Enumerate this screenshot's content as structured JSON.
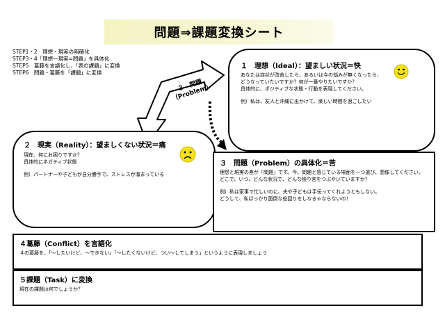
{
  "title": "問題⇒課題変換シート",
  "steps": [
    "STEP1・2　理想・現実の明確化",
    "STEP3・4「理想―現実=問題」を具体化",
    "STEP5　葛藤を言語化し、「表の課題」に変換",
    "STEP6　問題・葛藤を「課題」に変換"
  ],
  "ideal": {
    "heading": "１　理想（Ideal）：望ましい状況＝快",
    "lines": [
      "あなたは症状が改善したら、あるいは今の悩みが無くなったら、",
      "どうなっていたいですか？何が一番やりたいですか？",
      "具体的に、ポジティブな状態・行動を表現してください。"
    ],
    "example": "例）私は、友人と沖縄に出かけて、楽しい時間を過ごしたい"
  },
  "reality": {
    "heading": "２　現実（Reality）：望ましくない状況＝痛",
    "lines": [
      "現在、何にお困りですか？",
      "具体的にネガティブ状態"
    ],
    "example": "例）パートナーや子どもが自分勝手で、ストレスが溜まっている"
  },
  "problem_arrow": {
    "num": "３　問題",
    "label": "（Problem）"
  },
  "problem": {
    "heading": "３　問題（Problem）の具体化＝苦",
    "lines": [
      "理想と現実の差が「問題」です。今、問題と感じている場面を一つ選び、想像してください。",
      "どこで、いつ、どんな状況で、どんな独り言をつぶやいていますか？"
    ],
    "example_lines": [
      "例）私は家事で忙しいのに、夫や子どもは手伝ってくれようともしない。",
      "どうして、私ばっかり面倒な役回りをしなきゃならないの！"
    ]
  },
  "conflict": {
    "heading": "４葛藤（Conflict）を言語化",
    "body": "４の葛藤を、「～したいけど、～できない」「～したくないけど、つい～してしまう」というように表現しましょう"
  },
  "task": {
    "heading": "５課題（Task）に変換",
    "body": "現在の課題は何でしょうか？"
  },
  "colors": {
    "banner": "#f4f4c8",
    "smiley": "#f5e214"
  }
}
